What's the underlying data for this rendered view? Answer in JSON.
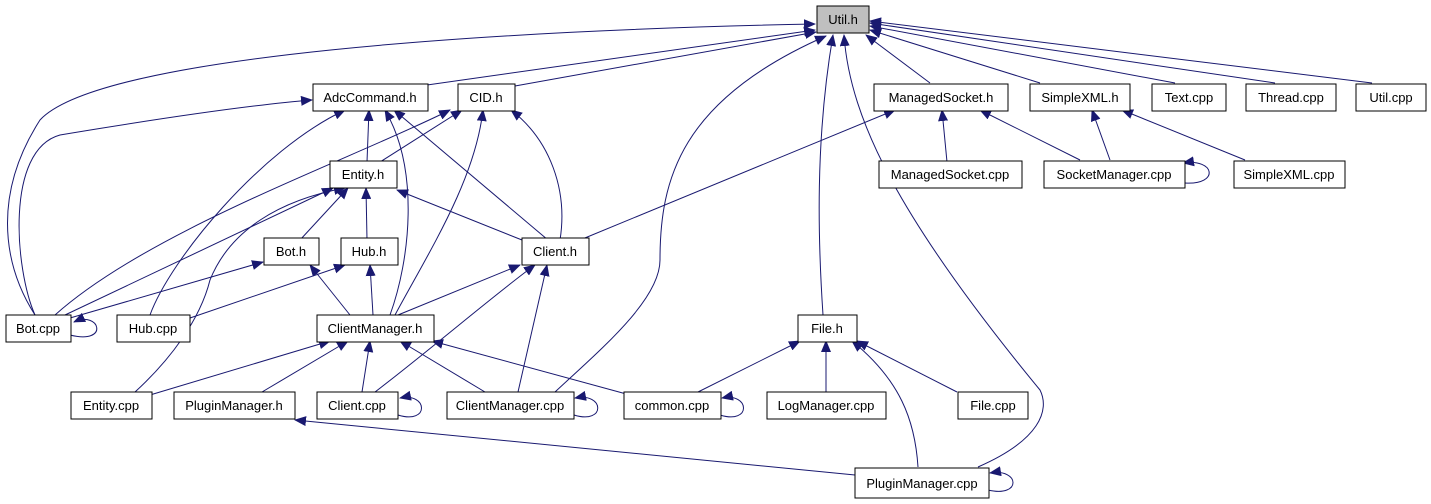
{
  "graph": {
    "edge_color": "#191970",
    "root_fill": "#bfbfbf",
    "nodes": [
      {
        "id": "util_h",
        "label": "Util.h",
        "root": true
      },
      {
        "id": "adccommand_h",
        "label": "AdcCommand.h"
      },
      {
        "id": "cid_h",
        "label": "CID.h"
      },
      {
        "id": "managedsocket_h",
        "label": "ManagedSocket.h"
      },
      {
        "id": "simplexml_h",
        "label": "SimpleXML.h"
      },
      {
        "id": "text_cpp",
        "label": "Text.cpp"
      },
      {
        "id": "thread_cpp",
        "label": "Thread.cpp"
      },
      {
        "id": "util_cpp",
        "label": "Util.cpp"
      },
      {
        "id": "entity_h",
        "label": "Entity.h"
      },
      {
        "id": "managedsocket_cpp",
        "label": "ManagedSocket.cpp"
      },
      {
        "id": "socketmanager_cpp",
        "label": "SocketManager.cpp"
      },
      {
        "id": "simplexml_cpp",
        "label": "SimpleXML.cpp"
      },
      {
        "id": "bot_h",
        "label": "Bot.h"
      },
      {
        "id": "hub_h",
        "label": "Hub.h"
      },
      {
        "id": "client_h",
        "label": "Client.h"
      },
      {
        "id": "bot_cpp",
        "label": "Bot.cpp"
      },
      {
        "id": "hub_cpp",
        "label": "Hub.cpp"
      },
      {
        "id": "clientmanager_h",
        "label": "ClientManager.h"
      },
      {
        "id": "file_h",
        "label": "File.h"
      },
      {
        "id": "entity_cpp",
        "label": "Entity.cpp"
      },
      {
        "id": "pluginmanager_h",
        "label": "PluginManager.h"
      },
      {
        "id": "client_cpp",
        "label": "Client.cpp"
      },
      {
        "id": "clientmanager_cpp",
        "label": "ClientManager.cpp"
      },
      {
        "id": "common_cpp",
        "label": "common.cpp"
      },
      {
        "id": "logmanager_cpp",
        "label": "LogManager.cpp"
      },
      {
        "id": "file_cpp",
        "label": "File.cpp"
      },
      {
        "id": "pluginmanager_cpp",
        "label": "PluginManager.cpp"
      }
    ],
    "edges": [
      [
        "adccommand_h",
        "util_h"
      ],
      [
        "cid_h",
        "util_h"
      ],
      [
        "managedsocket_h",
        "util_h"
      ],
      [
        "simplexml_h",
        "util_h"
      ],
      [
        "text_cpp",
        "util_h"
      ],
      [
        "thread_cpp",
        "util_h"
      ],
      [
        "util_cpp",
        "util_h"
      ],
      [
        "bot_cpp",
        "util_h"
      ],
      [
        "file_h",
        "util_h"
      ],
      [
        "clientmanager_cpp",
        "util_h"
      ],
      [
        "pluginmanager_cpp",
        "util_h"
      ],
      [
        "entity_h",
        "adccommand_h"
      ],
      [
        "entity_h",
        "cid_h"
      ],
      [
        "bot_cpp",
        "adccommand_h"
      ],
      [
        "hub_cpp",
        "adccommand_h"
      ],
      [
        "clientmanager_h",
        "adccommand_h"
      ],
      [
        "client_h",
        "adccommand_h"
      ],
      [
        "bot_cpp",
        "cid_h"
      ],
      [
        "clientmanager_h",
        "cid_h"
      ],
      [
        "client_h",
        "cid_h"
      ],
      [
        "managedsocket_cpp",
        "managedsocket_h"
      ],
      [
        "socketmanager_cpp",
        "managedsocket_h"
      ],
      [
        "client_h",
        "managedsocket_h"
      ],
      [
        "socketmanager_cpp",
        "simplexml_h"
      ],
      [
        "simplexml_cpp",
        "simplexml_h"
      ],
      [
        "socketmanager_cpp",
        "socketmanager_cpp"
      ],
      [
        "bot_h",
        "entity_h"
      ],
      [
        "hub_h",
        "entity_h"
      ],
      [
        "client_h",
        "entity_h"
      ],
      [
        "bot_cpp",
        "entity_h"
      ],
      [
        "entity_cpp",
        "entity_h"
      ],
      [
        "bot_cpp",
        "bot_h"
      ],
      [
        "clientmanager_h",
        "bot_h"
      ],
      [
        "hub_cpp",
        "hub_h"
      ],
      [
        "clientmanager_h",
        "hub_h"
      ],
      [
        "clientmanager_h",
        "client_h"
      ],
      [
        "client_cpp",
        "client_h"
      ],
      [
        "clientmanager_cpp",
        "client_h"
      ],
      [
        "bot_cpp",
        "bot_cpp"
      ],
      [
        "entity_cpp",
        "clientmanager_h"
      ],
      [
        "pluginmanager_h",
        "clientmanager_h"
      ],
      [
        "client_cpp",
        "clientmanager_h"
      ],
      [
        "clientmanager_cpp",
        "clientmanager_h"
      ],
      [
        "common_cpp",
        "clientmanager_h"
      ],
      [
        "client_cpp",
        "client_cpp"
      ],
      [
        "clientmanager_cpp",
        "clientmanager_cpp"
      ],
      [
        "common_cpp",
        "common_cpp"
      ],
      [
        "common_cpp",
        "file_h"
      ],
      [
        "logmanager_cpp",
        "file_h"
      ],
      [
        "file_cpp",
        "file_h"
      ],
      [
        "pluginmanager_cpp",
        "file_h"
      ],
      [
        "pluginmanager_cpp",
        "pluginmanager_h"
      ],
      [
        "pluginmanager_cpp",
        "pluginmanager_cpp"
      ]
    ]
  }
}
